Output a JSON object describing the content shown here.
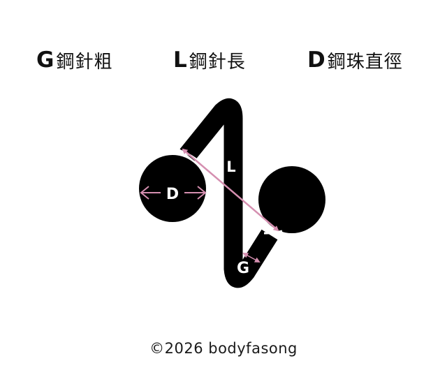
{
  "legend": [
    {
      "letter": "G",
      "label": "鋼針粗"
    },
    {
      "letter": "L",
      "label": "鋼針長"
    },
    {
      "letter": "D",
      "label": "鋼珠直徑"
    }
  ],
  "diagram": {
    "labels": {
      "d": "D",
      "l": "L",
      "g": "G"
    },
    "colors": {
      "shape": "#000000",
      "arrow": "#d58fb0",
      "label": "#ffffff"
    }
  },
  "footer": {
    "copyright": "©2026 bodyfasong"
  }
}
